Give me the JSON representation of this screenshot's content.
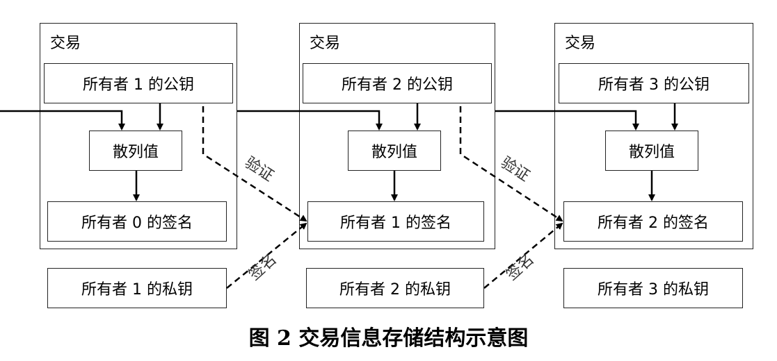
{
  "transactions": [
    {
      "label": "交易",
      "pubkey": "所有者 1 的公钥",
      "hash": "散列值",
      "signature": "所有者 0 的签名",
      "privkey": "所有者 1 的私钥"
    },
    {
      "label": "交易",
      "pubkey": "所有者 2 的公钥",
      "hash": "散列值",
      "signature": "所有者 1 的签名",
      "privkey": "所有者 2 的私钥"
    },
    {
      "label": "交易",
      "pubkey": "所有者 3 的公钥",
      "hash": "散列值",
      "signature": "所有者 2 的签名",
      "privkey": "所有者 3 的私钥"
    }
  ],
  "edge_labels": {
    "verify": "验证",
    "sign": "签名"
  },
  "caption": "图 2  交易信息存储结构示意图"
}
